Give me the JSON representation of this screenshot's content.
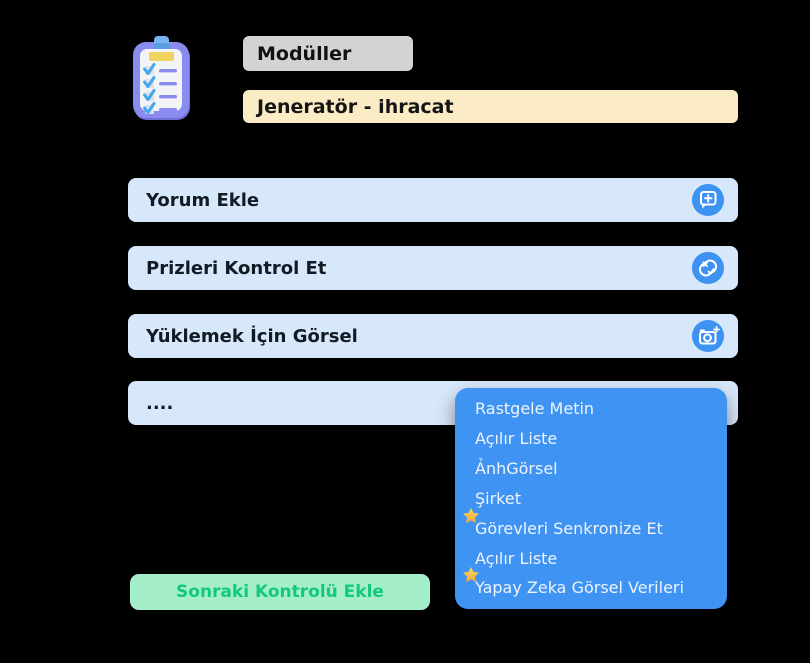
{
  "header": {
    "clipboard_icon": "clipboard-checklist-icon",
    "moduller_label": "Modüller",
    "generator_label": "Jeneratör - ihracat"
  },
  "checklist": {
    "rows": [
      {
        "label": "Yorum Ekle",
        "icon": "comment-add-icon"
      },
      {
        "label": "Prizleri Kontrol Et",
        "icon": "socket-check-icon"
      },
      {
        "label": "Yüklemek İçin Görsel",
        "icon": "camera-add-icon"
      },
      {
        "label": "....",
        "icon": null
      }
    ]
  },
  "dropdown": {
    "items": [
      {
        "label": "Rastgele Metin",
        "starred": false
      },
      {
        "label": "Açılır Liste",
        "starred": false
      },
      {
        "label": "ẢnhGörsel",
        "starred": false
      },
      {
        "label": "Şirket",
        "starred": false
      },
      {
        "label": "Görevleri Senkronize Et",
        "starred": true
      },
      {
        "label": "Açılır Liste",
        "starred": false
      },
      {
        "label": "Yapay Zeka Görsel Verileri",
        "starred": true
      }
    ],
    "star_icon": "star-icon"
  },
  "footer": {
    "add_next_label": "Sonraki Kontrolü Ekle"
  },
  "colors": {
    "background": "#000000",
    "row_bg": "#d8e8fb",
    "accent_blue": "#3e93f3",
    "cream": "#fbecc5",
    "gray_button": "#d3d3d3",
    "green_bg": "#a5eeca",
    "green_text": "#12c97b",
    "star_gold": "#f7b733",
    "clipboard_purple": "#8a8bee"
  }
}
